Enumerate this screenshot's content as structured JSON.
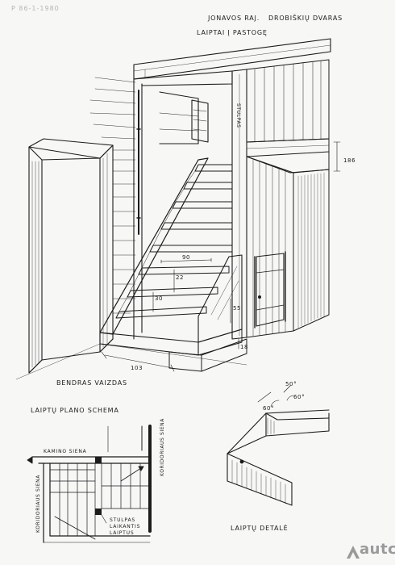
{
  "archive_code": "P 86-1-1980",
  "header": {
    "location": "JONAVOS RAJ.",
    "estate": "DROBIŠKIŲ DVARAS",
    "subtitle": "LAIPTAI Į PASTOGĘ"
  },
  "main_view": {
    "label": "BENDRAS VAIZDAS",
    "post_label": "STULPAS",
    "dims": {
      "tread_width": "90",
      "rise_a": "22",
      "rise_b": "30",
      "height_mark": "186",
      "side_height": "55",
      "base_height": "18",
      "base_length": "103"
    }
  },
  "plan": {
    "title": "LAIPTŲ PLANO SCHEMA",
    "chimney_wall": "KAMINO SIENA",
    "corridor_wall_left": "KORIDORIAUS SIENA",
    "corridor_wall_right": "KORIDORIAUS SIENA",
    "post_note_1": "STULPAS",
    "post_note_2": "LAIKANTIS",
    "post_note_3": "LAIPTUS"
  },
  "detail": {
    "title": "LAIPTŲ DETALĖ",
    "angle_a": "50°",
    "angle_b": "60°",
    "angle_c": "60°"
  },
  "logo": {
    "text": "autc",
    "color": "#9a9a9a"
  }
}
